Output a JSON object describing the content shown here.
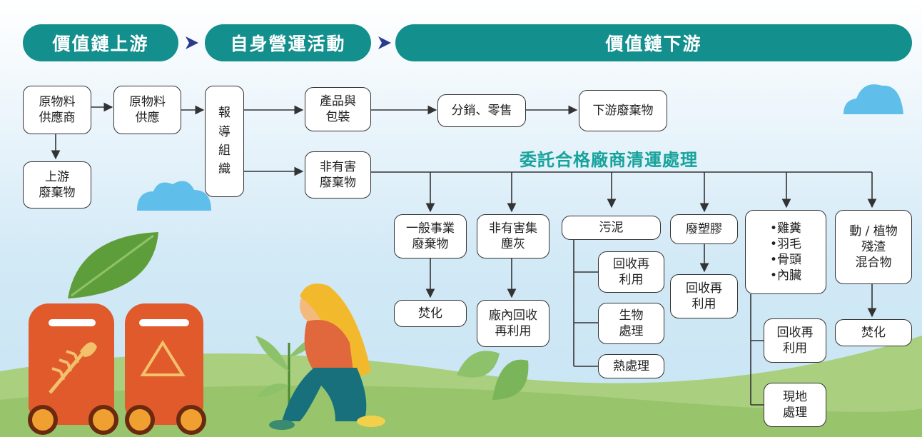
{
  "banners": {
    "upstream": "價值鏈上游",
    "operations": "自身營運活動",
    "downstream": "價值鏈下游"
  },
  "nodes": {
    "raw_supplier": "原物料\n供應商",
    "raw_supply": "原物料\n供應",
    "upstream_waste": "上游\n廢棄物",
    "report_org": [
      "報",
      "導",
      "組",
      "織"
    ],
    "product_pack": "產品與\n包裝",
    "distribution": "分銷、零售",
    "downstream_waste": "下游廢棄物",
    "non_hazardous": "非有害\n廢棄物",
    "consign_title": "委託合格廠商清運處理",
    "general_waste": "一般事業\n廢棄物",
    "incineration_1": "焚化",
    "dust_ash": "非有害集\n塵灰",
    "factory_reuse": "廠內回收\n再利用",
    "sludge": "污泥",
    "sludge_recycle": "回收再\n利用",
    "sludge_bio": "生物\n處理",
    "sludge_heat": "熱處理",
    "plastic": "廢塑膠",
    "plastic_recycle": "回收再\n利用",
    "poultry_items": [
      "雞糞",
      "羽毛",
      "骨頭",
      "內臟"
    ],
    "poultry_recycle": "回收再\n利用",
    "poultry_onsite": "現地\n處理",
    "residue": "動 / 植物\n殘渣\n混合物",
    "incineration_2": "焚化"
  },
  "colors": {
    "banner": "#138f8d",
    "accent_text": "#17a39b",
    "bin": "#e05a2c",
    "grass": "#a9cf7f",
    "cloud": "#5fbfea"
  }
}
